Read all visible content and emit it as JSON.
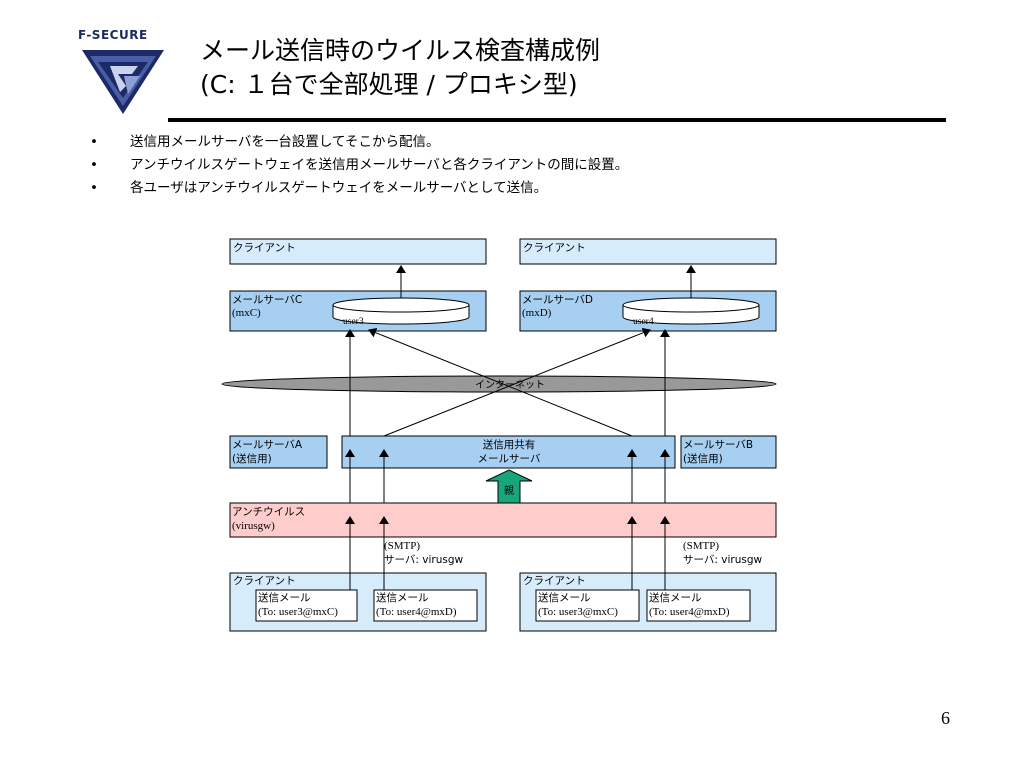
{
  "logo": {
    "text": "F-SECURE"
  },
  "title": {
    "line1": "メール送信時のウイルス検査構成例",
    "line2": "(C: １台で全部処理 / プロキシ型)"
  },
  "bullets": [
    "送信用メールサーバを一台設置してそこから配信。",
    "アンチウイルスゲートウェイを送信用メールサーバと各クライアントの間に設置。",
    "各ユーザはアンチウイルスゲートウェイをメールサーバとして送信。"
  ],
  "bullet_symbol": "•",
  "diagram": {
    "client_top_left": "クライアント",
    "client_top_right": "クライアント",
    "mail_server_c": {
      "line1": "メールサーバC",
      "line2": "(mxC)",
      "mailbox": "user3"
    },
    "mail_server_d": {
      "line1": "メールサーバD",
      "line2": "(mxD)",
      "mailbox": "user4"
    },
    "internet": "インターネット",
    "mail_server_a": {
      "line1": "メールサーバA",
      "line2": "(送信用)"
    },
    "shared_server": {
      "line1": "送信用共有",
      "line2": "メールサーバ"
    },
    "mail_server_b": {
      "line1": "メールサーバB",
      "line2": "(送信用)"
    },
    "parent_label": "親",
    "antivirus": {
      "line1": "アンチウイルス",
      "line2": "(virusgw)"
    },
    "smtp_left": {
      "line1": "(SMTP)",
      "line2": "サーバ: virusgw"
    },
    "smtp_right": {
      "line1": "(SMTP)",
      "line2": "サーバ: virusgw"
    },
    "client_bottom_left": {
      "label": "クライアント",
      "mails": [
        {
          "line1": "送信メール",
          "line2": "(To: user3@mxC)"
        },
        {
          "line1": "送信メール",
          "line2": "(To: user4@mxD)"
        }
      ]
    },
    "client_bottom_right": {
      "label": "クライアント",
      "mails": [
        {
          "line1": "送信メール",
          "line2": "(To: user3@mxC)"
        },
        {
          "line1": "送信メール",
          "line2": "(To: user4@mxD)"
        }
      ]
    },
    "colors": {
      "light_blue": "#d7ecfb",
      "server_blue": "#a6cff2",
      "antivirus_pink": "#ffcccc",
      "internet_gray": "#999999",
      "parent_arrow_green": "#17a67a"
    }
  },
  "page_number": "6"
}
